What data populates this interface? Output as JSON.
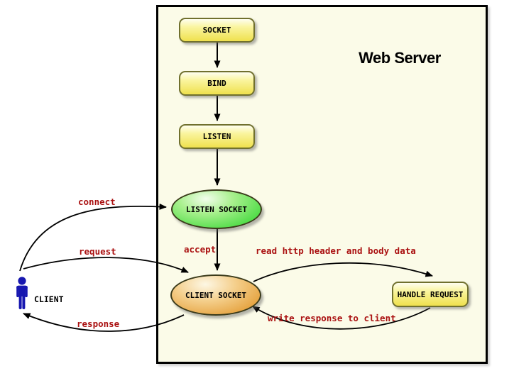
{
  "diagram": {
    "title": "Web Server",
    "nodes": {
      "socket": {
        "label": "SOCKET"
      },
      "bind": {
        "label": "BIND"
      },
      "listen": {
        "label": "LISTEN"
      },
      "listen_socket": {
        "label": "LISTEN SOCKET"
      },
      "client_socket": {
        "label": "CLIENT SOCKET"
      },
      "handle_request": {
        "label": "HANDLE REQUEST"
      }
    },
    "actor": {
      "label": "CLIENT"
    },
    "edges": {
      "connect": {
        "label": "connect"
      },
      "request": {
        "label": "request"
      },
      "response": {
        "label": "response"
      },
      "accept": {
        "label": "accept"
      },
      "read": {
        "label": "read http header and body data"
      },
      "write": {
        "label": "write response to client"
      }
    },
    "colors": {
      "panel_bg": "#FBFBE8",
      "node_yellow_top": "#FEFEF0",
      "node_yellow_bottom": "#EFE14E",
      "node_border": "#70702E",
      "ellipse_green": "#45DA3F",
      "ellipse_orange": "#E2992F",
      "edge_label_red": "#AA1111",
      "actor_blue": "#1818B0",
      "arrow": "#000000"
    }
  }
}
